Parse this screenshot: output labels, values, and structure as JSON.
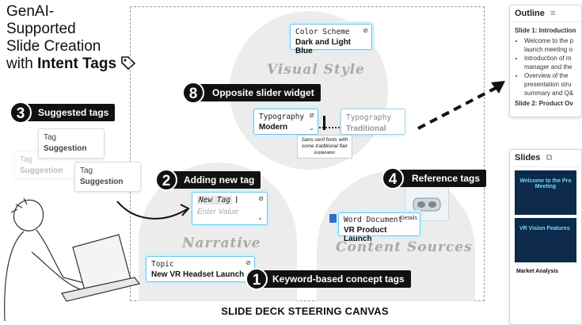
{
  "title": {
    "line1": "GenAI-",
    "line2": "Supported",
    "line3": "Slide Creation",
    "line4_prefix": "with ",
    "line4_bold": "Intent Tags"
  },
  "canvas": {
    "caption": "SLIDE DECK STEERING CANVAS"
  },
  "zones": {
    "visual_style": "Visual Style",
    "narrative": "Narrative",
    "content_sources": "Content Sources"
  },
  "tags": {
    "color_scheme": {
      "key": "Color Scheme",
      "value": "Dark and Light Blue"
    },
    "typography_a": {
      "key": "Typography",
      "value": "Modern"
    },
    "typography_b": {
      "key": "Typography",
      "value": "Traditional"
    },
    "slider_tooltip": {
      "line1": "Sans-serif fonts with",
      "line2": "some traditional flair",
      "line3": "Explanation"
    },
    "new_tag": {
      "key": "New Tag",
      "placeholder": "Enter Value"
    },
    "topic": {
      "key": "Topic",
      "value": "New VR Headset Launch"
    },
    "word_doc": {
      "key": "Word Document",
      "value": "VR Product Launch",
      "details": "Details"
    },
    "suggested": [
      {
        "key": "Tag",
        "value": "Suggestion"
      },
      {
        "key": "Tag",
        "value": "Suggestion"
      },
      {
        "key": "Tag",
        "value": "Suggestion"
      }
    ]
  },
  "callouts": [
    {
      "num": "1",
      "label": "Keyword-based concept tags"
    },
    {
      "num": "2",
      "label": "Adding new tag"
    },
    {
      "num": "3",
      "label": "Suggested tags"
    },
    {
      "num": "4",
      "label": "Reference tags"
    },
    {
      "num": "8",
      "label": "Opposite slider widget"
    }
  ],
  "outline": {
    "title": "Outline",
    "slide1": "Slide 1: Introduction",
    "bullets": [
      "Welcome to the p launch meeting o",
      "Introduction of m manager and the",
      "Overview of the presentation stru summary and Q&"
    ],
    "slide2": "Slide 2: Product Ov"
  },
  "slides": {
    "title": "Slides",
    "s1": "Welcome to the Pro Meeting",
    "s2": "VR Vision Features",
    "s3": "Market Analysis"
  },
  "colors": {
    "accent": "#6cc3ea",
    "callout": "#111111",
    "zone": "#ececec"
  }
}
